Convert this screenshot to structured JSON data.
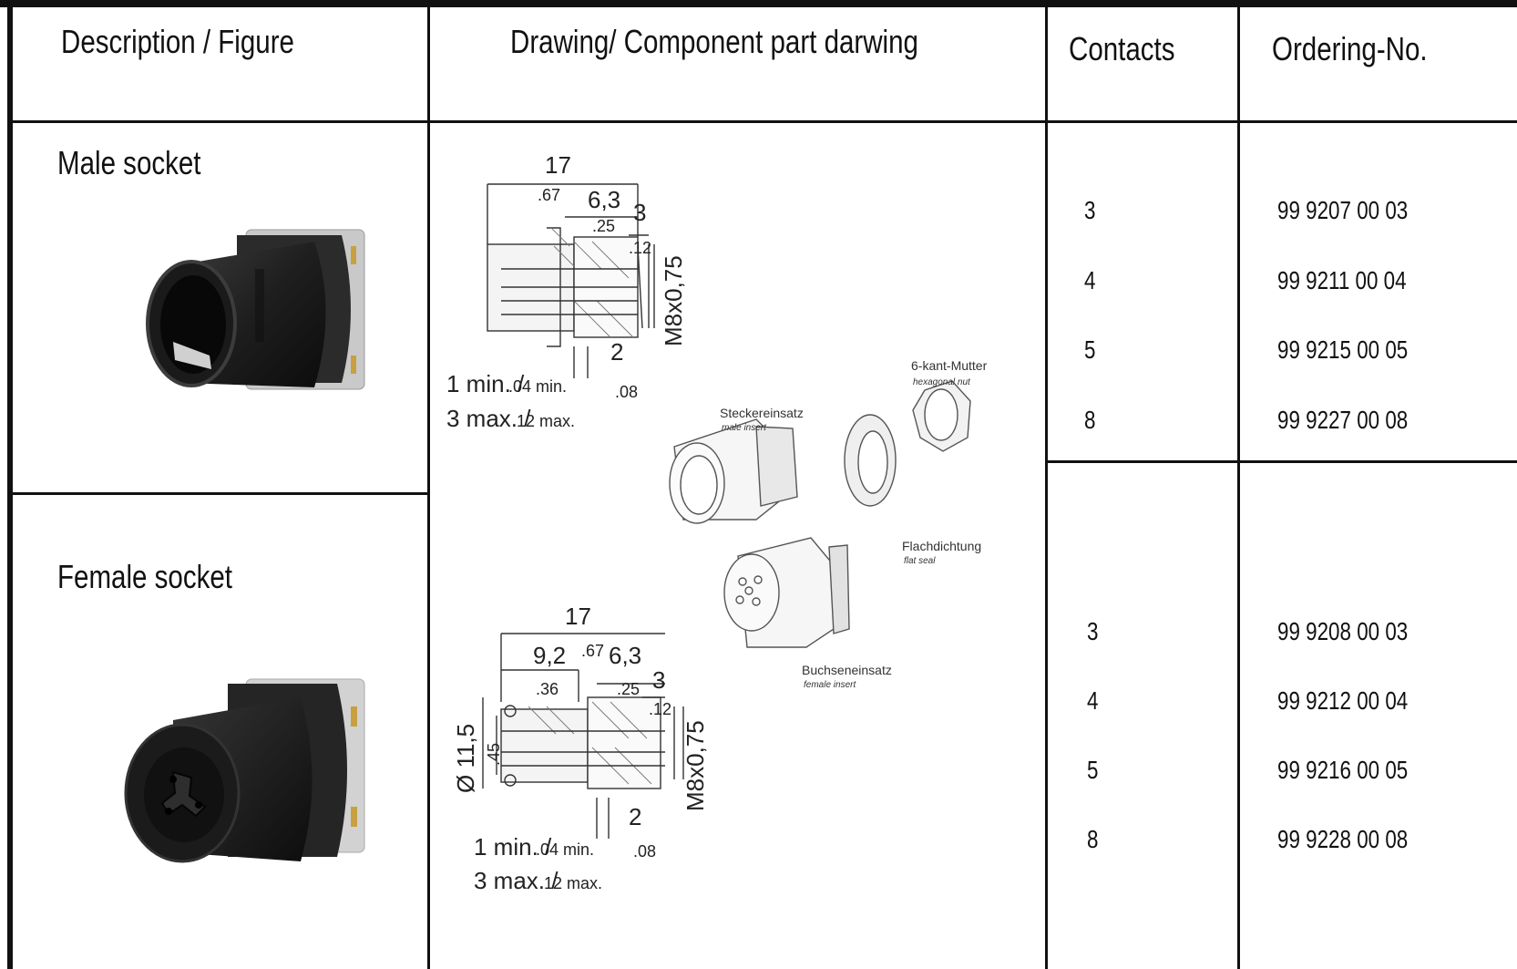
{
  "headers": {
    "description": "Description /  Figure",
    "drawing": "Drawing/  Component part darwing",
    "contacts": "Contacts",
    "ordering": "Ordering-No."
  },
  "rows": [
    {
      "label": "Male socket",
      "items": [
        {
          "contacts": "3",
          "ordering": "99 9207 00 03"
        },
        {
          "contacts": "4",
          "ordering": "99 9211 00 04"
        },
        {
          "contacts": "5",
          "ordering": "99 9215 00 05"
        },
        {
          "contacts": "8",
          "ordering": "99 9227 00 08"
        }
      ]
    },
    {
      "label": "Female socket",
      "items": [
        {
          "contacts": "3",
          "ordering": "99 9208 00 03"
        },
        {
          "contacts": "4",
          "ordering": "99 9212 00 04"
        },
        {
          "contacts": "5",
          "ordering": "99 9216 00 05"
        },
        {
          "contacts": "8",
          "ordering": "99 9228 00 08"
        }
      ]
    }
  ],
  "drawing": {
    "male": {
      "d17": "17",
      "d67": ".67",
      "d63": "6,3",
      "d3": "3",
      "d25": ".25",
      "d12": ".12",
      "thread": "M8x0,75",
      "d2": "2",
      "d08": ".08",
      "min": "1 min. /",
      "min_in": ".04 min.",
      "max": "3 max. /",
      "max_in": ".12 max."
    },
    "female": {
      "d17": "17",
      "d92": "9,2",
      "d67": ".67",
      "d63": "6,3",
      "d36": ".36",
      "d25": ".25",
      "d3": "3",
      "d12": ".12",
      "dia": "Ø 11,5",
      "d45": ".45",
      "thread": "M8x0,75",
      "d2": "2",
      "d08": ".08",
      "min": "1 min. /",
      "min_in": ".04 min.",
      "max": "3 max. /",
      "max_in": ".12 max."
    },
    "parts": {
      "hexnut_de": "6-kant-Mutter",
      "hexnut_en": "hexagonal nut",
      "male_insert_de": "Steckereinsatz",
      "male_insert_en": "male insert",
      "flat_seal_de": "Flachdichtung",
      "flat_seal_en": "flat seal",
      "female_insert_de": "Buchseneinsatz",
      "female_insert_en": "female insert"
    }
  }
}
